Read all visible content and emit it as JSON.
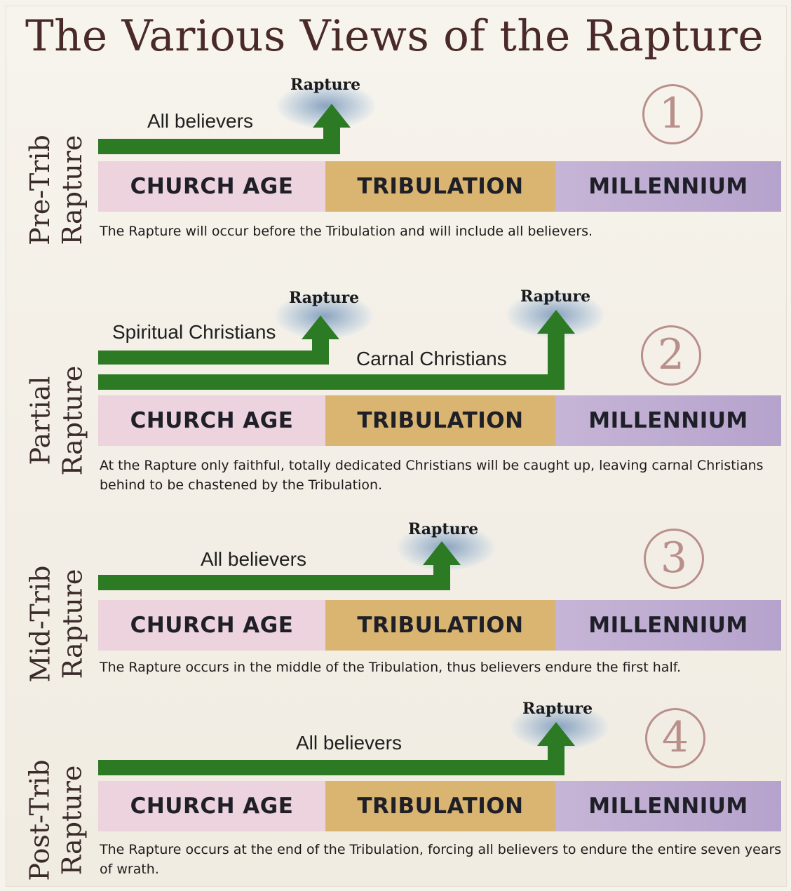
{
  "title": "The Various Views of the Rapture",
  "segments": {
    "church": "CHURCH AGE",
    "tribulation": "TRIBULATION",
    "millennium": "MILLENNIUM"
  },
  "rapture_label": "Rapture",
  "views": [
    {
      "number": "1",
      "label_line1": "Pre-Trib",
      "label_line2": "Rapture",
      "groups": [
        "All believers"
      ],
      "description": "The Rapture will occur before the Tribulation and will include all believers."
    },
    {
      "number": "2",
      "label_line1": "Partial",
      "label_line2": "Rapture",
      "groups": [
        "Spiritual Christians",
        "Carnal Christians"
      ],
      "description": "At the Rapture only faithful, totally dedicated Christians will be caught up, leaving carnal Christians behind to be chastened by the Tribulation."
    },
    {
      "number": "3",
      "label_line1": "Mid-Trib",
      "label_line2": "Rapture",
      "groups": [
        "All believers"
      ],
      "description": "The Rapture occurs in the middle of the Tribulation, thus believers endure the first half."
    },
    {
      "number": "4",
      "label_line1": "Post-Trib",
      "label_line2": "Rapture",
      "groups": [
        "All believers"
      ],
      "description": "The Rapture occurs at the end of the Tribulation, forcing all believers to endure the entire seven years of wrath."
    }
  ],
  "colors": {
    "arrow": "#2d7a25",
    "church_age": "#ecd3de",
    "tribulation": "#d9b571",
    "millennium": "#bfaed3",
    "number_circle": "#b98f8b"
  }
}
